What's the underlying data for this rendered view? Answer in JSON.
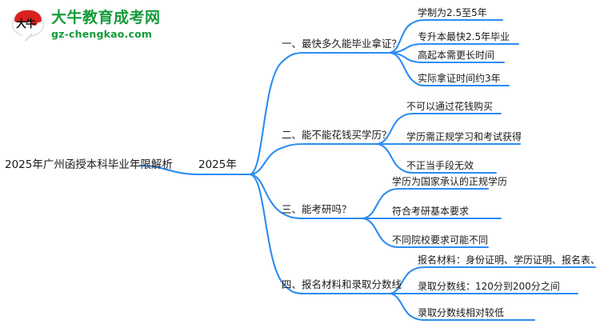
{
  "header": {
    "logo_mark_text": "大牛",
    "site_name": "大牛教育成考网",
    "domain": "gz-chengkao.com",
    "brand_green": "#169b3b",
    "brand_red": "#d9211f"
  },
  "mindmap": {
    "line_color": "#2d8cf0",
    "title": "2025年广州函授本科毕业年限解析",
    "root": "2025年",
    "branches": [
      {
        "topic": "一、最快多久能毕业拿证？",
        "leaves": [
          "学制为2.5至5年",
          "专升本最快2.5年毕业",
          "高起本需更长时间",
          "实际拿证时间约3年"
        ]
      },
      {
        "topic": "二、能不能花钱买学历？",
        "leaves": [
          "不可以通过花钱购买",
          "学历需正规学习和考试获得",
          "不正当手段无效"
        ]
      },
      {
        "topic": "三、能考研吗？",
        "leaves": [
          "学历为国家承认的正规学历",
          "符合考研基本要求",
          "不同院校要求可能不同"
        ]
      },
      {
        "topic": "四、报名材料和录取分数线",
        "leaves": [
          "报名材料：身份证明、学历证明、报名表、照片",
          "录取分数线：120分到200分之间",
          "录取分数线相对较低"
        ]
      }
    ]
  }
}
